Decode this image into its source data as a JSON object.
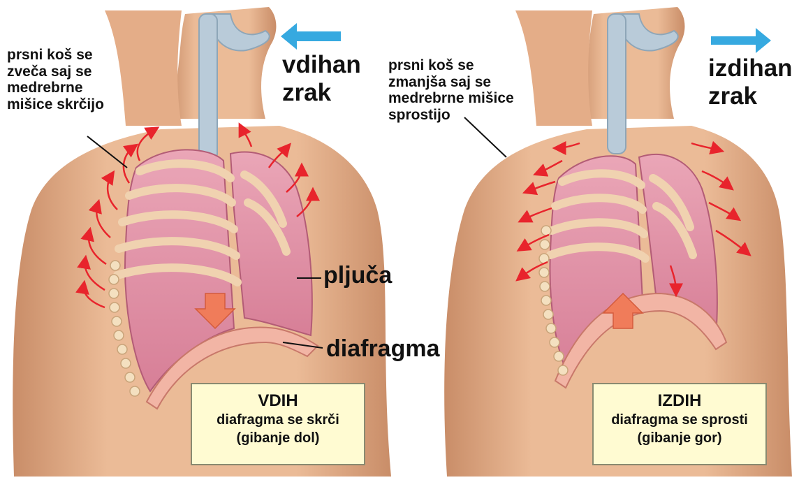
{
  "left_panel": {
    "chest_note": [
      "prsni koš se",
      "zveča saj se",
      "medrebrne",
      "mišice skrčijo"
    ],
    "air_label": [
      "vdihan",
      "zrak"
    ],
    "lung_label": "pljuča",
    "diaphragm_label": "diafragma",
    "box": {
      "title": "VDIH",
      "line1": "diafragma se skrči",
      "line2": "(gibanje dol)"
    }
  },
  "right_panel": {
    "chest_note": [
      "prsni koš se",
      "zmanjša saj se",
      "medrebrne mišice",
      "sprostijo"
    ],
    "air_label": [
      "izdihan",
      "zrak"
    ],
    "box": {
      "title": "IZDIH",
      "line1": "diafragma se sprosti",
      "line2": "(gibanje gor)"
    }
  },
  "colors": {
    "skin": "#e8b48f",
    "skin_shadow": "#c98d68",
    "lung": "#e59aae",
    "lung_dark": "#c86f87",
    "rib": "#f0d2b0",
    "trachea": "#b9cbd9",
    "air_arrow": "#36a9e0",
    "motion_arrow": "#e8242c",
    "diaphragm_arrow": "#f07c5a",
    "box_fill": "#fffbd2"
  }
}
